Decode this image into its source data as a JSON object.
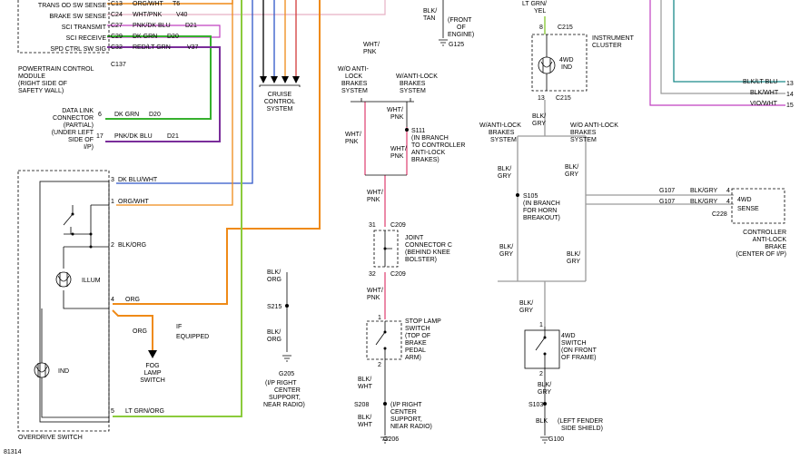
{
  "pcm": {
    "pins": [
      {
        "cav": "C13",
        "color": "ORG/WHT",
        "circuit": "T6",
        "name": "TRANS OD SW SENSE"
      },
      {
        "cav": "C24",
        "color": "WHT/PNK",
        "circuit": "V40",
        "name": "BRAKE SW SENSE"
      },
      {
        "cav": "C27",
        "color": "PNK/DK BLU",
        "circuit": "D21",
        "name": "SCI TRANSMIT"
      },
      {
        "cav": "C29",
        "color": "DK GRN",
        "circuit": "D20",
        "name": "SCI RECEIVE"
      },
      {
        "cav": "C32",
        "color": "RED/LT GRN",
        "circuit": "V37",
        "name": "SPD CTRL SW SIG"
      }
    ],
    "connector": "C137",
    "title_lines": [
      "POWERTRAIN CONTROL",
      "MODULE",
      "(RIGHT SIDE OF",
      "SAFETY WALL)"
    ]
  },
  "cruise": {
    "lines": [
      "CRUISE",
      "CONTROL",
      "SYSTEM"
    ]
  },
  "dlc": {
    "lines": [
      "DATA LINK",
      "CONNECTOR",
      "(PARTIAL)",
      "(UNDER LEFT",
      "SIDE OF",
      "I/P)"
    ],
    "pin6": "6",
    "pin6_color": "DK GRN",
    "pin6_circuit": "D20",
    "pin17": "17",
    "pin17_color": "PNK/DK BLU",
    "pin17_circuit": "D21"
  },
  "overdrive": {
    "title": "OVERDRIVE SWITCH",
    "pins": [
      {
        "num": "3",
        "color": "DK BLU/WHT"
      },
      {
        "num": "1",
        "color": "ORG/WHT"
      },
      {
        "num": "2",
        "color": "BLK/ORG"
      },
      {
        "num": "4",
        "color": "ORG"
      },
      {
        "num": "5",
        "color": "LT GRN/ORG"
      }
    ],
    "illum": "ILLUM",
    "ind": "IND"
  },
  "fog": {
    "wire_color": "ORG",
    "note_lines": [
      "IF",
      "EQUIPPED"
    ],
    "label_lines": [
      "FOG",
      "LAMP",
      "SWITCH"
    ]
  },
  "ground_g205": {
    "wire_top": [
      "BLK/",
      "ORG"
    ],
    "splice": "S215",
    "wire_bottom": [
      "BLK/",
      "ORG"
    ],
    "ground": "G205",
    "location": [
      "(I/P RIGHT",
      "CENTER",
      "SUPPORT,",
      "NEAR RADIO)"
    ]
  },
  "ground_g125": {
    "wire": [
      "BLK/",
      "TAN"
    ],
    "location": [
      "(FRONT",
      "OF",
      "ENGINE)"
    ],
    "ground": "G125"
  },
  "brake_variants": {
    "without_abs": [
      "W/O ANTI-",
      "LOCK",
      "BRAKES",
      "SYSTEM"
    ],
    "with_abs": [
      "W/ANTI-LOCK",
      "BRAKES",
      "SYSTEM"
    ],
    "wire_top": [
      "WHT/",
      "PNK"
    ],
    "wire_left": [
      "WHT/",
      "PNK"
    ],
    "wire_right_top": [
      "WHT/",
      "PNK"
    ],
    "wire_right_bottom": [
      "WHT/",
      "PNK"
    ],
    "splice": "S111",
    "splice_note": [
      "(IN BRANCH",
      "TO CONTROLLER",
      "ANTI-LOCK",
      "BRAKES)"
    ]
  },
  "joint": {
    "wire_in": [
      "WHT/",
      "PNK"
    ],
    "pin_top": "31",
    "conn_top": "C209",
    "lines": [
      "JOINT",
      "CONNECTOR C",
      "(BEHIND KNEE",
      "BOLSTER)"
    ],
    "pin_bottom": "32",
    "conn_bottom": "C209",
    "wire_out": [
      "WHT/",
      "PNK"
    ]
  },
  "stop_lamp": {
    "pin_top": "1",
    "lines": [
      "STOP LAMP",
      "SWITCH",
      "(TOP OF",
      "BRAKE",
      "PEDAL",
      "ARM)"
    ],
    "pin_bottom": "2",
    "wire_top": [
      "BLK/",
      "WHT"
    ],
    "splice": "S208",
    "splice_note": [
      "(I/P RIGHT",
      "CENTER",
      "SUPPORT,",
      "NEAR RADIO)"
    ],
    "wire_bottom": [
      "BLK/",
      "WHT"
    ],
    "ground": "G206"
  },
  "instrument": {
    "wire": [
      "LT GRN/",
      "YEL"
    ],
    "pin_top": "8",
    "conn_top": "C215",
    "lines": [
      "INSTRUMENT",
      "CLUSTER"
    ],
    "ind": [
      "4WD",
      "IND"
    ],
    "pin_bottom": "13",
    "conn_bottom": "C215",
    "wire_out": [
      "BLK/",
      "GRY"
    ],
    "with_abs": [
      "W/ANTI-LOCK",
      "BRAKES",
      "SYSTEM"
    ],
    "without_abs": [
      "W/O ANTI-LOCK",
      "BRAKES",
      "SYSTEM"
    ],
    "wire_left": [
      "BLK/",
      "GRY"
    ],
    "wire_right": [
      "BLK/",
      "GRY"
    ],
    "splice": "S105",
    "splice_note": [
      "(IN BRANCH",
      "FOR HORN",
      "BREAKOUT)"
    ],
    "wire_low_left": [
      "BLK/",
      "GRY"
    ],
    "wire_low_right": [
      "BLK/",
      "GRY"
    ]
  },
  "abs_controller": {
    "g107_top": "G107",
    "color_top": "BLK/GRY",
    "g107_bottom": "G107",
    "color_bottom": "BLK/GRY",
    "pin_top": "4",
    "pin_bottom": "4",
    "connector": "C228",
    "box": [
      "4WD",
      "SENSE"
    ],
    "lines": [
      "CONTROLLER",
      "ANTI-LOCK",
      "BRAKE",
      "(CENTER OF I/P)"
    ]
  },
  "fourwd_switch": {
    "wire_in": [
      "BLK/",
      "GRY"
    ],
    "pin_top": "1",
    "lines": [
      "4WD",
      "SWITCH",
      "(ON FRONT",
      "OF FRAME)"
    ],
    "pin_bottom": "2",
    "wire_mid": [
      "BLK/",
      "GRY"
    ],
    "splice": "S103",
    "wire_bottom": "BLK",
    "note": [
      "(LEFT FENDER",
      "SIDE SHIELD)"
    ],
    "ground": "G100"
  },
  "right_wires": [
    {
      "color": "BLK/LT BLU",
      "pin": "13",
      "stroke": "#1a8a8a"
    },
    {
      "color": "BLK/WHT",
      "pin": "14",
      "stroke": "#9a9a9a"
    },
    {
      "color": "VIO/WHT",
      "pin": "15",
      "stroke": "#c040c0"
    }
  ],
  "figure_id": "81314",
  "colors": {
    "orange": "#ef8a17",
    "green": "#36b02e",
    "ltgreen": "#8bcb3c",
    "blue": "#2e56c8",
    "purple": "#7a2d9a",
    "pink": "#e04a7a",
    "magenta": "#d040d0",
    "gray": "#9a9a9a",
    "teal": "#1a8a8a",
    "black": "#000000"
  }
}
